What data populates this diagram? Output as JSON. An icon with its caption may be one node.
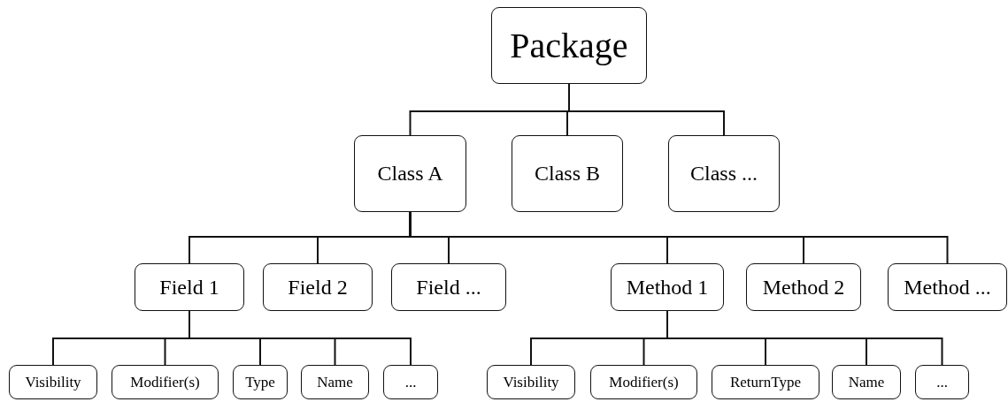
{
  "diagram": {
    "nodes": [
      {
        "text": [
          "Package"
        ]
      },
      {
        "text": [
          "Class A"
        ]
      },
      {
        "text": [
          "Class B"
        ]
      },
      {
        "text": [
          "Class ..."
        ]
      },
      {
        "text": [
          "Field 1"
        ]
      },
      {
        "text": [
          "Field 2"
        ]
      },
      {
        "text": [
          "Field ..."
        ]
      },
      {
        "text": [
          "Method 1"
        ]
      },
      {
        "text": [
          "Method 2"
        ]
      },
      {
        "text": [
          "Method ..."
        ]
      },
      {
        "text": [
          "Visibility"
        ]
      },
      {
        "text": [
          "Modifier(s)"
        ]
      },
      {
        "text": [
          "Type"
        ]
      },
      {
        "text": [
          "Name"
        ]
      },
      {
        "text": [
          "..."
        ]
      },
      {
        "text": [
          "Visibility"
        ]
      },
      {
        "text": [
          "Modifier(s)"
        ]
      },
      {
        "text": [
          "ReturnType"
        ]
      },
      {
        "text": [
          "Name"
        ]
      },
      {
        "text": [
          "..."
        ]
      }
    ],
    "edges": [
      {
        "from": 0,
        "to": 1,
        "arrow": "none"
      },
      {
        "from": 0,
        "to": 2,
        "arrow": "none"
      },
      {
        "from": 0,
        "to": 3,
        "arrow": "none"
      },
      {
        "from": 1,
        "to": 4,
        "arrow": "none"
      },
      {
        "from": 1,
        "to": 5,
        "arrow": "none"
      },
      {
        "from": 1,
        "to": 6,
        "arrow": "none"
      },
      {
        "from": 1,
        "to": 7,
        "arrow": "none"
      },
      {
        "from": 1,
        "to": 8,
        "arrow": "none"
      },
      {
        "from": 1,
        "to": 9,
        "arrow": "none"
      },
      {
        "from": 4,
        "to": 10,
        "arrow": "none"
      },
      {
        "from": 4,
        "to": 11,
        "arrow": "none"
      },
      {
        "from": 4,
        "to": 12,
        "arrow": "none"
      },
      {
        "from": 4,
        "to": 13,
        "arrow": "none"
      },
      {
        "from": 4,
        "to": 14,
        "arrow": "none"
      },
      {
        "from": 7,
        "to": 15,
        "arrow": "none"
      },
      {
        "from": 7,
        "to": 16,
        "arrow": "none"
      },
      {
        "from": 7,
        "to": 17,
        "arrow": "none"
      },
      {
        "from": 7,
        "to": 18,
        "arrow": "none"
      },
      {
        "from": 7,
        "to": 19,
        "arrow": "none"
      }
    ]
  }
}
